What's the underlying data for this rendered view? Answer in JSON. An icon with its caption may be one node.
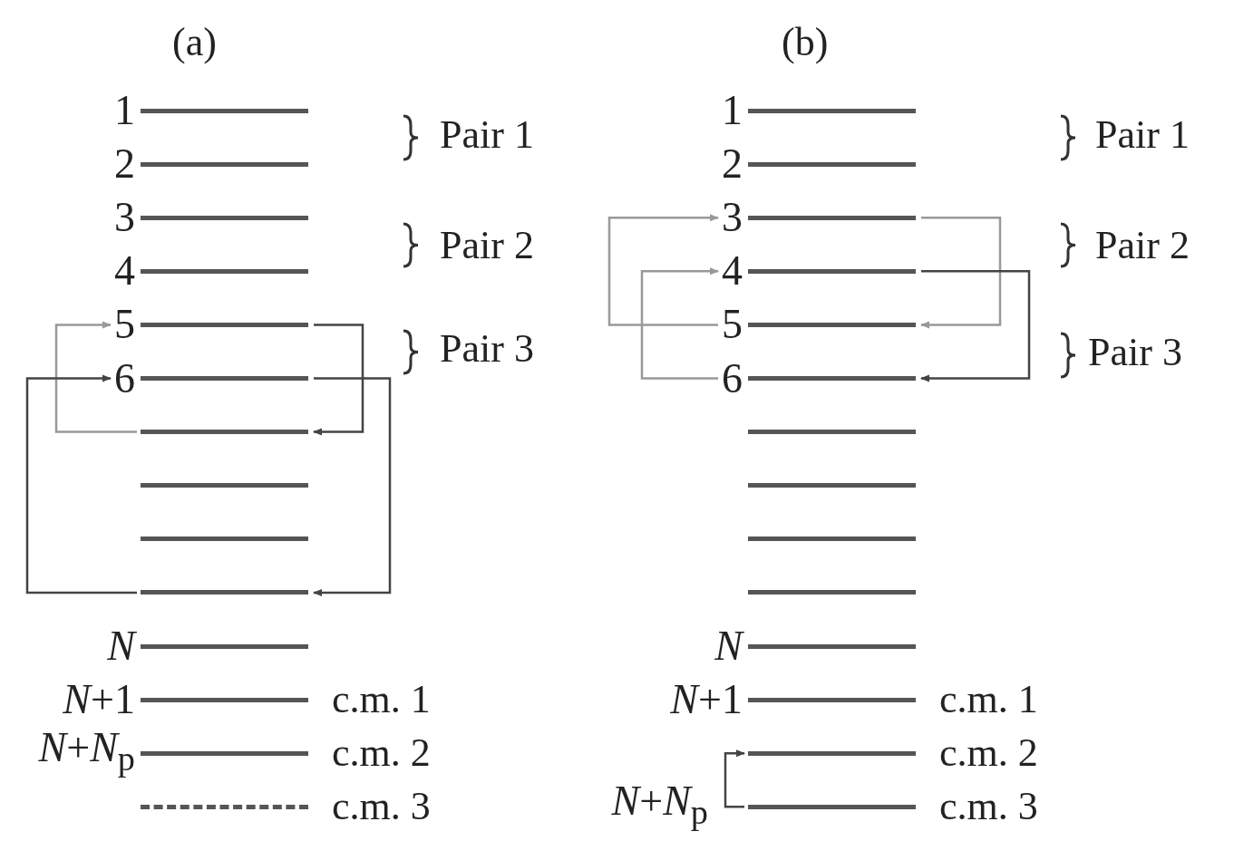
{
  "diagram": {
    "nodes": [
      {
        "text": [
          "1"
        ]
      },
      {
        "text": [
          "2"
        ]
      },
      {
        "text": [
          "3"
        ]
      },
      {
        "text": [
          "4"
        ]
      },
      {
        "text": [
          "5"
        ]
      },
      {
        "text": [
          "6"
        ]
      },
      {
        "text": [],
        "shape": "bar"
      },
      {
        "text": [],
        "shape": "bar"
      },
      {
        "text": [],
        "shape": "bar"
      },
      {
        "text": [],
        "shape": "bar"
      },
      {
        "text": [
          "*N*"
        ]
      },
      {
        "text": [
          "*N*+1"
        ],
        "beside": [
          "c.m. 1"
        ]
      },
      {
        "text": [
          "*N*+*N*$_{p}$"
        ],
        "beside": [
          "c.m. 2"
        ]
      },
      {
        "text": [],
        "shape": "bar",
        "beside": [
          "c.m. 3"
        ]
      },
      {
        "text": [
          "1"
        ]
      },
      {
        "text": [
          "2"
        ]
      },
      {
        "text": [
          "3"
        ]
      },
      {
        "text": [
          "4"
        ]
      },
      {
        "text": [
          "5"
        ]
      },
      {
        "text": [
          "6"
        ]
      },
      {
        "text": [],
        "shape": "bar"
      },
      {
        "text": [],
        "shape": "bar"
      },
      {
        "text": [],
        "shape": "bar"
      },
      {
        "text": [],
        "shape": "bar"
      },
      {
        "text": [
          "*N*"
        ]
      },
      {
        "text": [
          "*N*+1"
        ],
        "beside": [
          "c.m. 1"
        ]
      },
      {
        "text": [],
        "shape": "bar",
        "beside": [
          "c.m. 2"
        ]
      },
      {
        "text": [
          "*N*+*N*$_{p}$"
        ],
        "beside": [
          "c.m. 3"
        ]
      }
    ],
    "edges": [
      {
        "from": 4,
        "to": 6,
        "arrow": "to"
      },
      {
        "from": 6,
        "to": 4,
        "arrow": "to",
        "color": "#999999"
      },
      {
        "from": 5,
        "to": 9,
        "arrow": "to"
      },
      {
        "from": 9,
        "to": 5,
        "arrow": "to"
      },
      {
        "from": 16,
        "to": 18,
        "arrow": "to",
        "color": "#999999"
      },
      {
        "from": 17,
        "to": 19,
        "arrow": "to"
      },
      {
        "from": 18,
        "to": 16,
        "arrow": "to",
        "color": "#999999"
      },
      {
        "from": 19,
        "to": 17,
        "arrow": "to",
        "color": "#999999"
      },
      {
        "from": 27,
        "to": 26,
        "arrow": "to"
      }
    ],
    "labels": [
      "(a)",
      "(b)",
      "Pair 1",
      "Pair 1",
      "Pair 2",
      "Pair 2",
      "Pair 3",
      "Pair 3"
    ]
  }
}
